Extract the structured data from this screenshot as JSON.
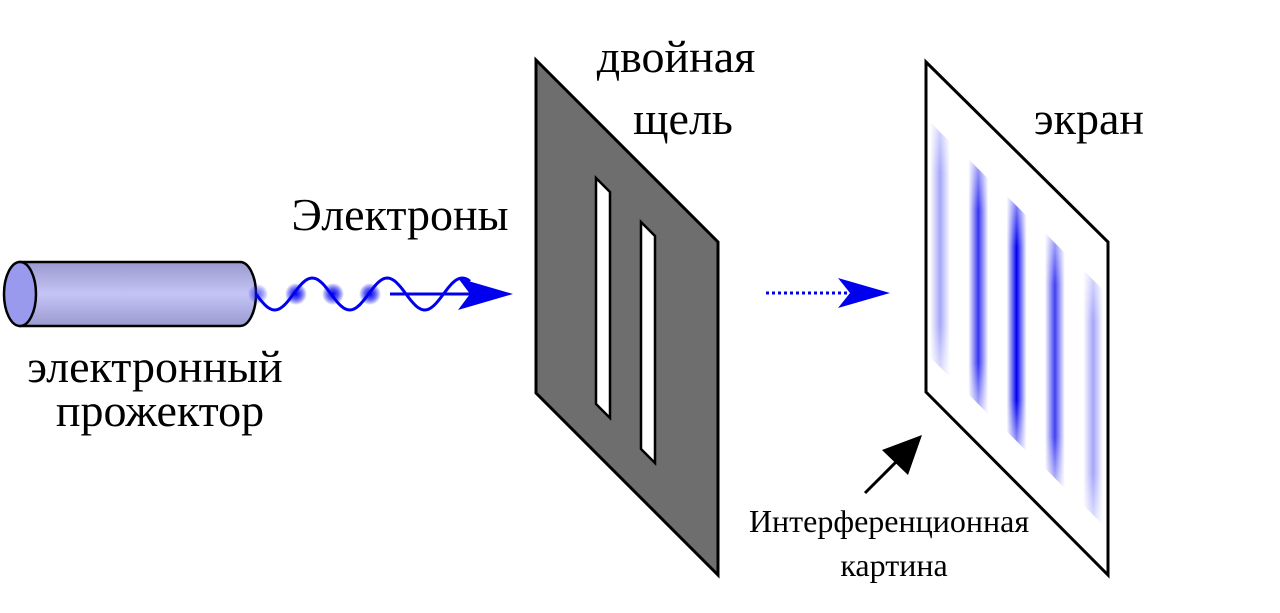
{
  "labels": {
    "slit_line1": "двойная",
    "slit_line2": "щель",
    "screen": "экран",
    "electrons": "Электроны",
    "gun_line1": "электронный",
    "gun_line2": "прожектор",
    "pattern_line1": "Интерференционная",
    "pattern_line2": "картина"
  },
  "colors": {
    "wave": "#0000ee",
    "gun_fill": "#b4b4e6",
    "gun_cap": "#9999ee",
    "slit_panel": "#6e6e6e",
    "stripe": "#0000ee"
  },
  "stripe_intensities": [
    0.35,
    0.8,
    1.0,
    0.75,
    0.35
  ]
}
